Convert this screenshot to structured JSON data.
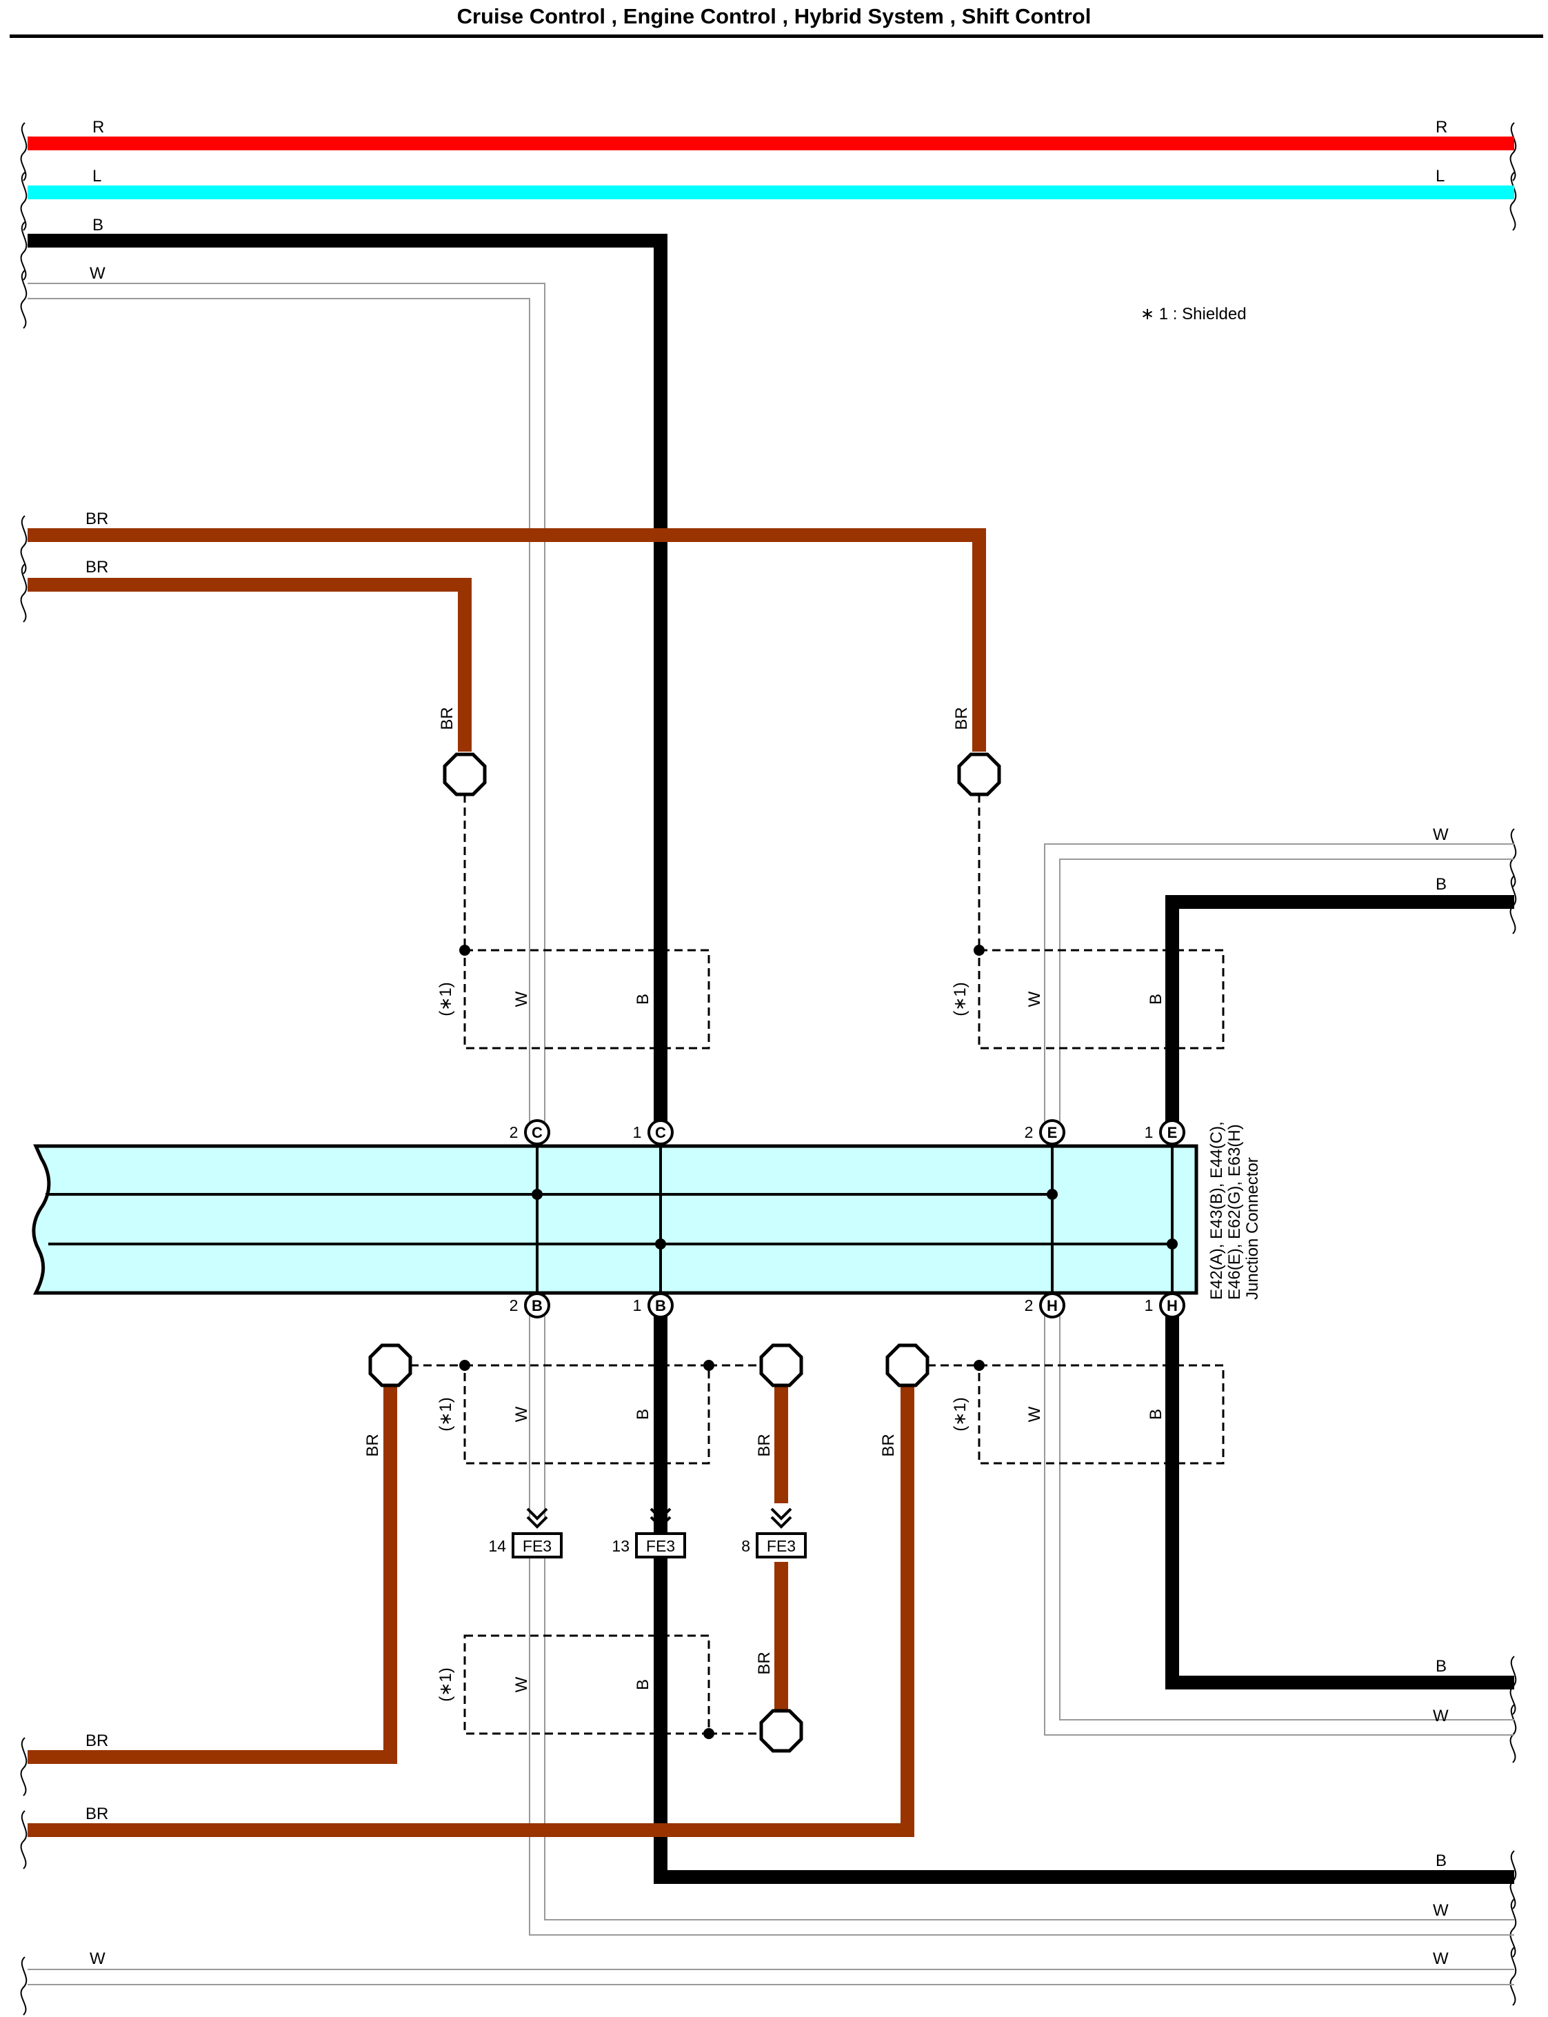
{
  "title": "Cruise Control , Engine Control , Hybrid System , Shift Control",
  "colors": {
    "R": "#ff0000",
    "L": "#00ffff",
    "B": "#000000",
    "W": "#999999",
    "BR": "#993300",
    "connector_fill": "#ccffff"
  },
  "wire_codes": {
    "R": "R",
    "L": "L",
    "B": "B",
    "W": "W",
    "BR": "BR"
  },
  "note": "∗ 1 : Shielded",
  "shield_mark": "(∗1)",
  "junction": {
    "codes_line1": "E42(A), E43(B), E44(C),",
    "codes_line2": "E46(E), E62(G), E63(H)",
    "name": "Junction Connector"
  },
  "pins": {
    "c2_num": "2",
    "c2_letter": "C",
    "c1_num": "1",
    "c1_letter": "C",
    "e2_num": "2",
    "e2_letter": "E",
    "e1_num": "1",
    "e1_letter": "E",
    "b2_num": "2",
    "b2_letter": "B",
    "b1_num": "1",
    "b1_letter": "B",
    "h2_num": "2",
    "h2_letter": "H",
    "h1_num": "1",
    "h1_letter": "H"
  },
  "fe3": {
    "label": "FE3",
    "pin_a": "14",
    "pin_b": "13",
    "pin_c": "8"
  }
}
